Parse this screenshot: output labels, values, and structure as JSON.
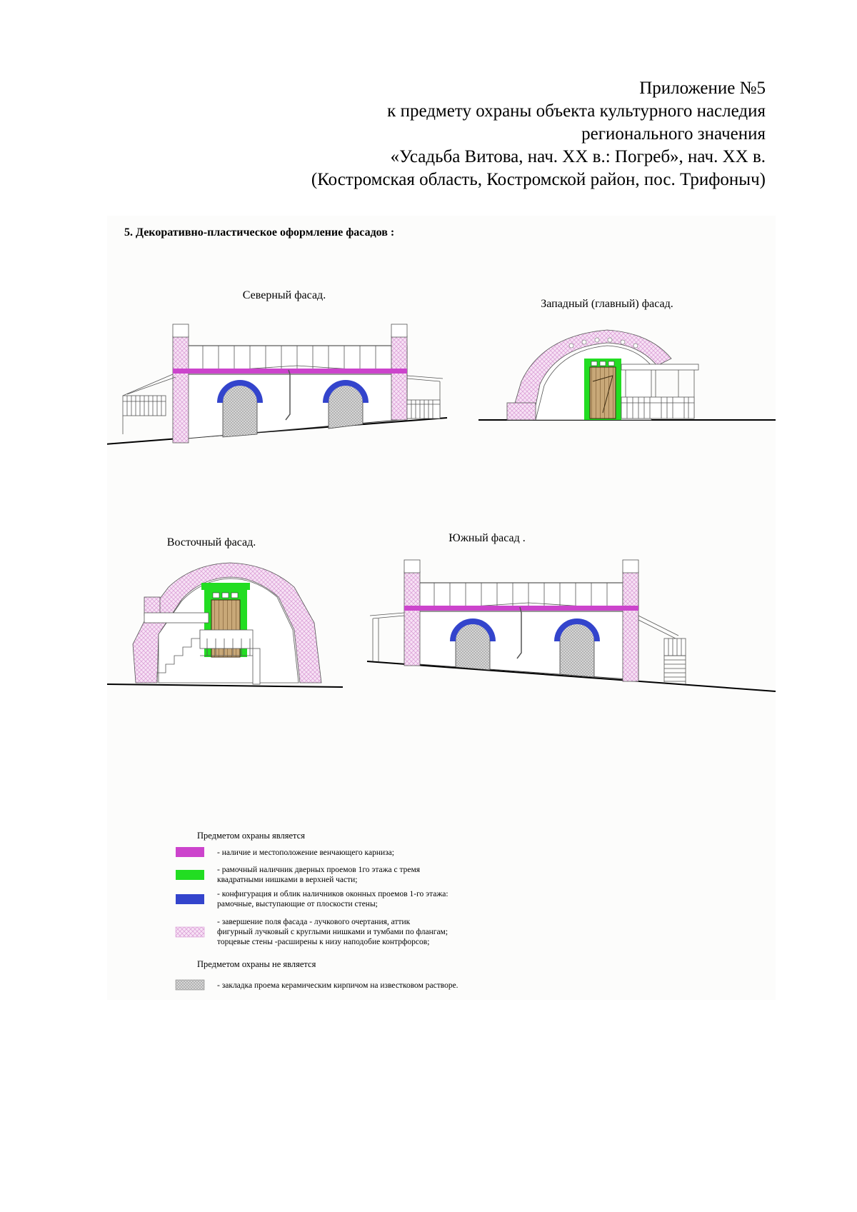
{
  "header": {
    "line1": "Приложение №5",
    "line2": "к предмету охраны объекта культурного наследия",
    "line3": "регионального значения",
    "line4": "«Усадьба Витова, нач. XX в.: Погреб», нач. XX в.",
    "line5": "(Костромская область, Костромской район, пос. Трифоныч)"
  },
  "section_title": "5. Декоративно-пластическое оформление фасадов :",
  "facades": {
    "north": "Северный фасад.",
    "west": "Западный (главный) фасад.",
    "east": "Восточный фасад.",
    "south": "Южный фасад ."
  },
  "legend": {
    "protected_title": "Предметом охраны является",
    "items": [
      {
        "color": "#cc44cc",
        "line1": "-  наличие и местоположение венчающего карниза;",
        "line2": ""
      },
      {
        "color": "#22dd22",
        "line1": "- рамочный наличник дверных проемов 1го этажа с тремя",
        "line2": "квадратными нишками в верхней части;"
      },
      {
        "color": "#3344cc",
        "line1": "- конфигурация и облик наличников оконных проемов 1-го этажа:",
        "line2": "рамочные, выступающие от плоскости стены;"
      }
    ],
    "pink_item": {
      "line1": "- завершение поля фасада - лучкового очертания, аттик",
      "line2": "фигурный лучковый  с круглыми нишками и тумбами по флангам;",
      "line3": "торцевые стены -расширены к низу наподобие контрфорсов;"
    },
    "not_protected_title": "Предметом охраны не является",
    "not_protected_item": "- закладка проема керамическим кирпичом на известковом растворе."
  },
  "colors": {
    "cornice": "#cc44cc",
    "door_frame": "#22dd22",
    "window_frame": "#3344cc",
    "pink_hatch": "#f0c8ee",
    "grey_hatch": "#c8c8c8"
  }
}
